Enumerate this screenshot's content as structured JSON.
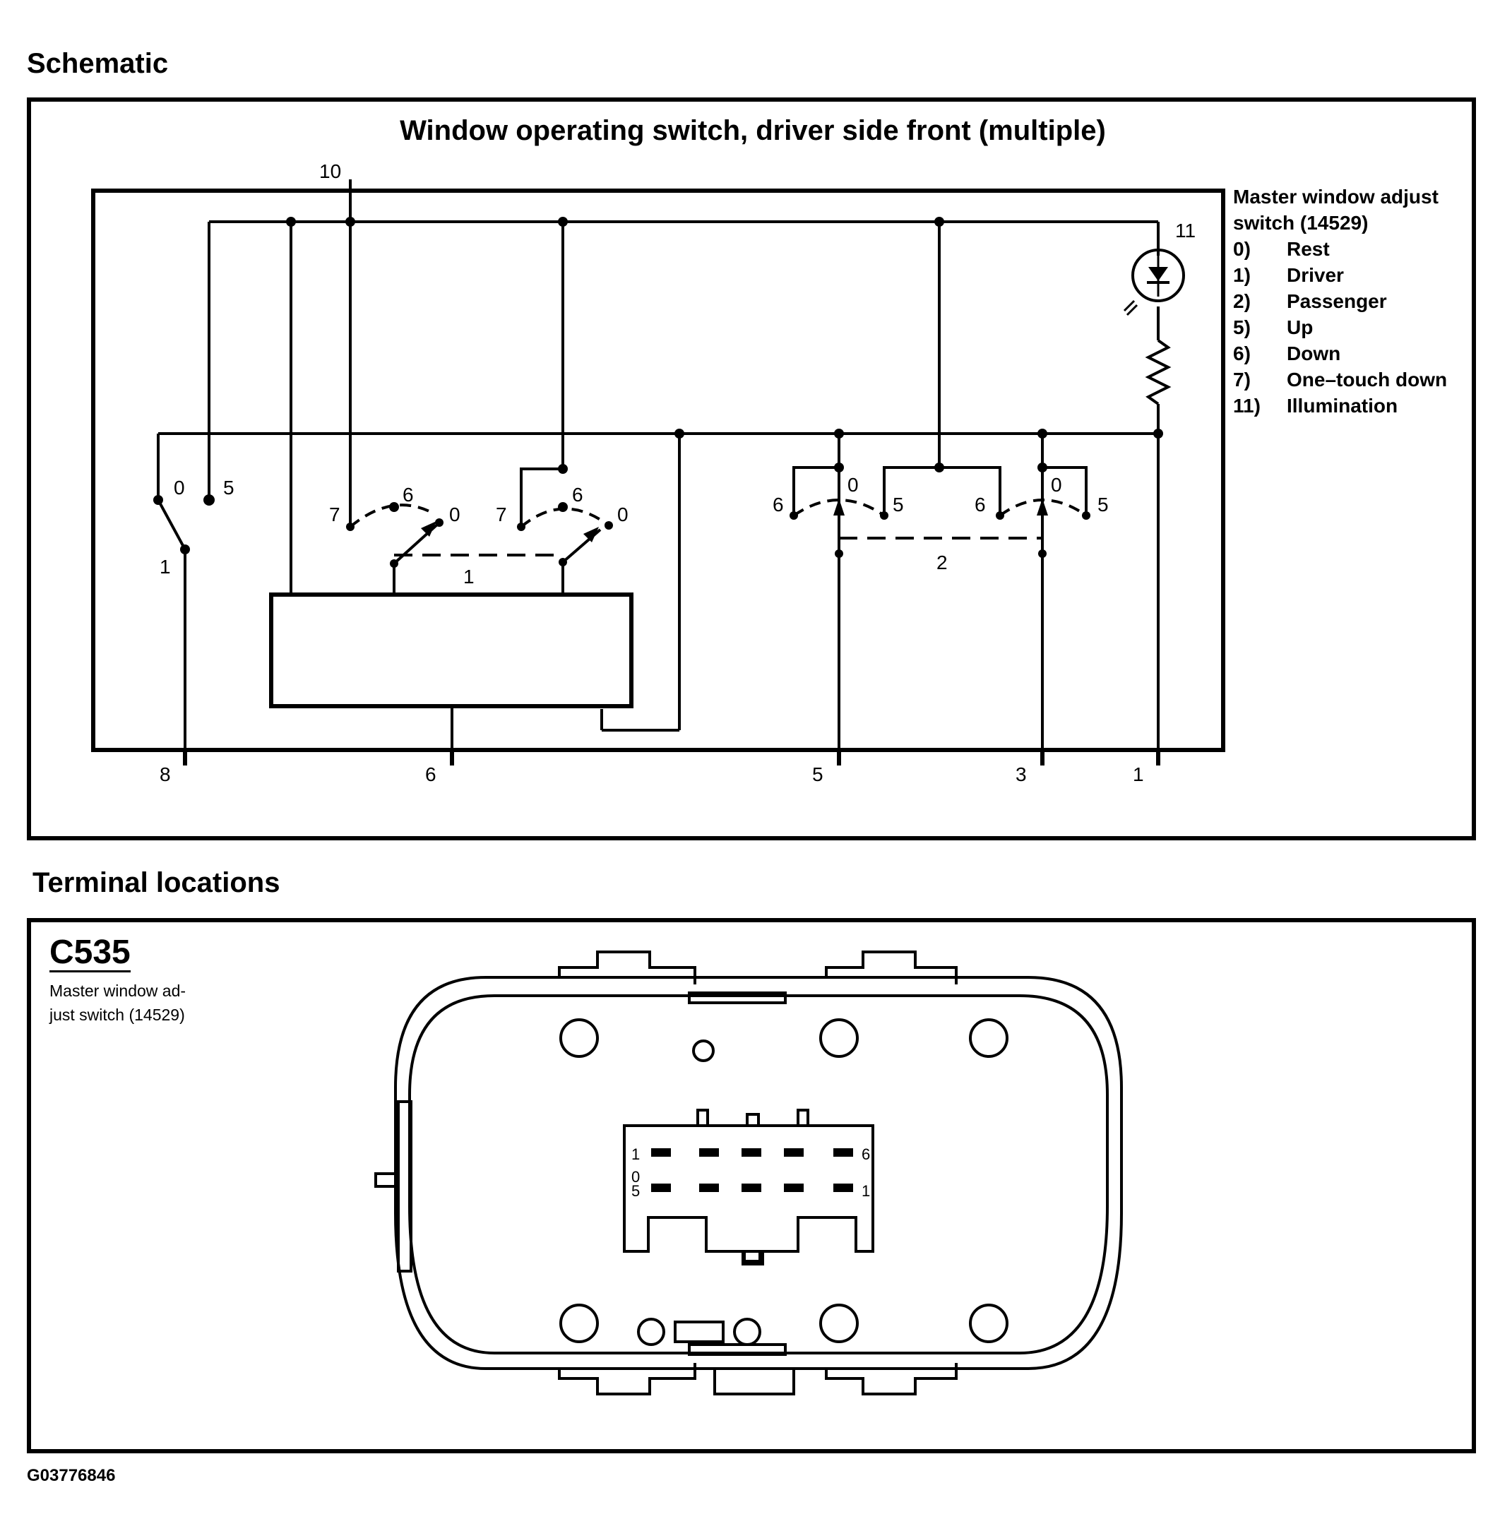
{
  "schematic_heading": "Schematic",
  "terminal_heading": "Terminal locations",
  "schematic": {
    "title": "Window operating switch, driver side front (multiple)",
    "legend_title": "Master window adjust switch (14529)",
    "legend": [
      {
        "key": "0)",
        "label": "Rest"
      },
      {
        "key": "1)",
        "label": "Driver"
      },
      {
        "key": "2)",
        "label": "Passenger"
      },
      {
        "key": "5)",
        "label": "Up"
      },
      {
        "key": "6)",
        "label": "Down"
      },
      {
        "key": "7)",
        "label": "One–touch down"
      },
      {
        "key": "11)",
        "label": "Illumination"
      }
    ],
    "labels": {
      "pin10": "10",
      "lamp11": "11",
      "sw_left_0": "0",
      "sw_left_5": "5",
      "sw_left_1": "1",
      "sw1a_7": "7",
      "sw1a_6": "6",
      "sw1a_0": "0",
      "sw1b_7": "7",
      "sw1b_6": "6",
      "sw1b_0": "0",
      "gang1": "1",
      "sw2a_6": "6",
      "sw2a_0": "0",
      "sw2a_5": "5",
      "sw2b_6": "6",
      "sw2b_0": "0",
      "sw2b_5": "5",
      "gang2": "2"
    },
    "pins": [
      "8",
      "6",
      "5",
      "3",
      "1"
    ]
  },
  "connector": {
    "id": "C535",
    "description": "Master window ad- just switch (14529)",
    "pin_labels": {
      "top_left": "1",
      "top_right": "6",
      "bottom_left_0": "0",
      "bottom_left_5": "5",
      "bottom_right": "1"
    }
  },
  "figure_code": "G03776846"
}
